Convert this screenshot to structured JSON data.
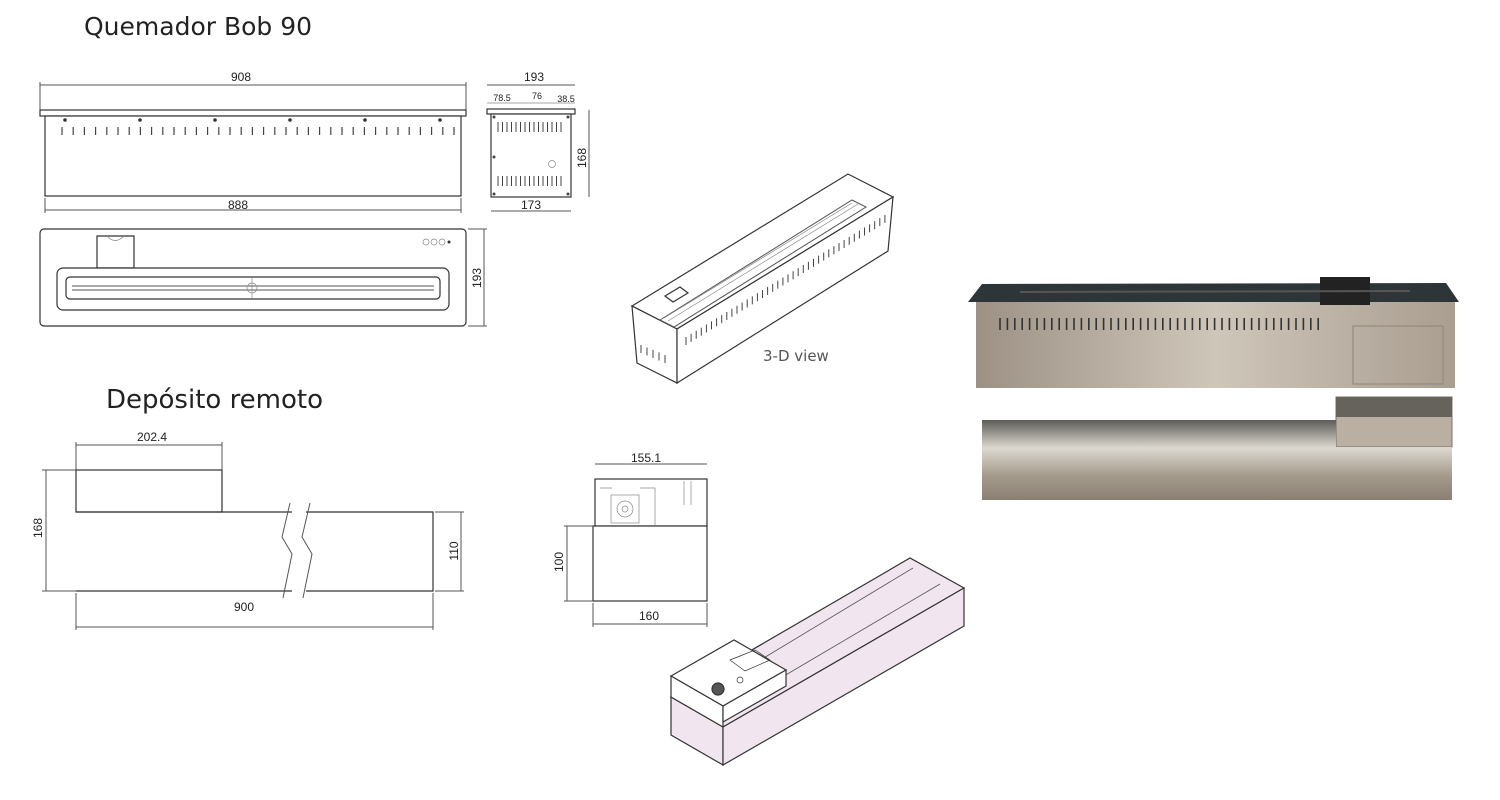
{
  "titles": {
    "burner": "Quemador Bob 90",
    "tank": "Depósito remoto"
  },
  "burner_dims": {
    "outer_length": "908",
    "inner_length": "888",
    "side_width": "193",
    "side_seg_a": "78.5",
    "side_seg_b": "76",
    "side_seg_c": "38.5",
    "side_height": "168",
    "side_base": "173",
    "top_depth": "193"
  },
  "view_label": "3-D view",
  "tank_dims": {
    "box_width": "202.4",
    "total_height": "168",
    "body_height": "110",
    "length": "900",
    "end_width": "155.1",
    "end_height": "100",
    "end_base": "160"
  }
}
